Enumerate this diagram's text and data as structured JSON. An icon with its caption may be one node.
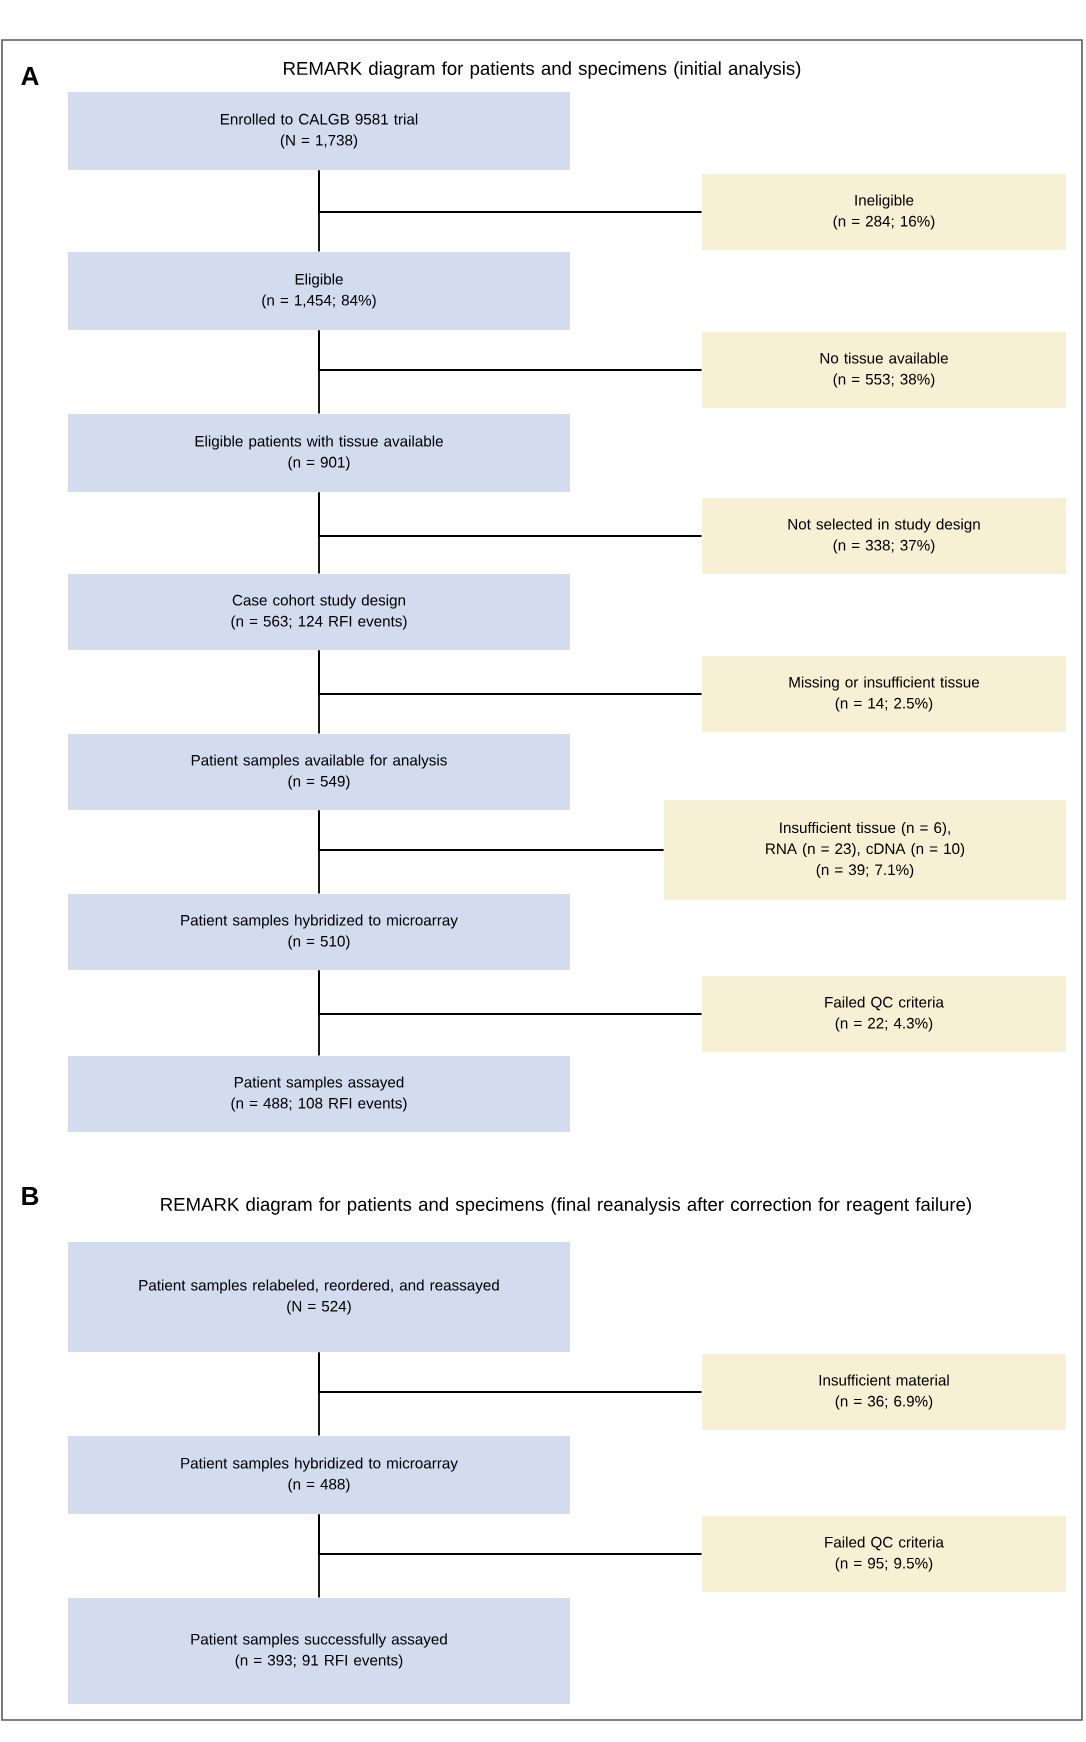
{
  "diagram": {
    "nodes": [
      {
        "text": [
          "Enrolled to CALGB 9581 trial",
          "(N = 1,738)"
        ]
      },
      {
        "text": [
          "Ineligible",
          "(n = 284; 16%)"
        ]
      },
      {
        "text": [
          "Eligible",
          "(n = 1,454; 84%)"
        ]
      },
      {
        "text": [
          "No tissue available",
          "(n = 553; 38%)"
        ]
      },
      {
        "text": [
          "Eligible patients with tissue available",
          "(n = 901)"
        ]
      },
      {
        "text": [
          "Not selected in study design",
          "(n = 338; 37%)"
        ]
      },
      {
        "text": [
          "Case cohort study design",
          "(n = 563; 124 RFI events)"
        ]
      },
      {
        "text": [
          "Missing or insufficient tissue",
          "(n = 14; 2.5%)"
        ]
      },
      {
        "text": [
          "Patient samples available for analysis",
          "(n = 549)"
        ]
      },
      {
        "text": [
          "Insufficient tissue (n = 6), RNA (n = 23), cDNA (n = 10)",
          "(n = 39; 7.1%)"
        ]
      },
      {
        "text": [
          "Patient samples hybridized to microarray",
          "(n = 510)"
        ]
      },
      {
        "text": [
          "Failed QC criteria",
          "(n = 22; 4.3%)"
        ]
      },
      {
        "text": [
          "Patient samples assayed",
          "(n = 488; 108 RFI events)"
        ]
      },
      {
        "text": [
          "Patient samples relabeled, reordered, and reassayed",
          "(N = 524)"
        ]
      },
      {
        "text": [
          "Insufficient material",
          "(n = 36; 6.9%)"
        ]
      },
      {
        "text": [
          "Patient samples hybridized to microarray",
          "(n = 488)"
        ]
      },
      {
        "text": [
          "Failed QC criteria",
          "(n = 95; 9.5%)"
        ]
      },
      {
        "text": [
          "Patient samples successfully assayed",
          "(n = 393; 91 RFI events)"
        ]
      }
    ],
    "edges": [
      {
        "from": 0,
        "to": 2,
        "arrow": "none"
      },
      {
        "from": 0,
        "to": 1,
        "arrow": "none"
      },
      {
        "from": 2,
        "to": 4,
        "arrow": "none"
      },
      {
        "from": 2,
        "to": 3,
        "arrow": "none"
      },
      {
        "from": 4,
        "to": 6,
        "arrow": "none"
      },
      {
        "from": 4,
        "to": 5,
        "arrow": "none"
      },
      {
        "from": 6,
        "to": 8,
        "arrow": "none"
      },
      {
        "from": 6,
        "to": 7,
        "arrow": "none"
      },
      {
        "from": 8,
        "to": 10,
        "arrow": "none"
      },
      {
        "from": 8,
        "to": 9,
        "arrow": "none"
      },
      {
        "from": 10,
        "to": 12,
        "arrow": "none"
      },
      {
        "from": 10,
        "to": 11,
        "arrow": "none"
      },
      {
        "from": 13,
        "to": 15,
        "arrow": "none"
      },
      {
        "from": 13,
        "to": 14,
        "arrow": "none"
      },
      {
        "from": 15,
        "to": 17,
        "arrow": "none"
      },
      {
        "from": 15,
        "to": 16,
        "arrow": "none"
      }
    ],
    "labels": [
      "A",
      "REMARK diagram for patients and specimens (initial analysis)",
      "B",
      "REMARK diagram for patients and specimens (final reanalysis after correction for reagent failure)"
    ]
  }
}
